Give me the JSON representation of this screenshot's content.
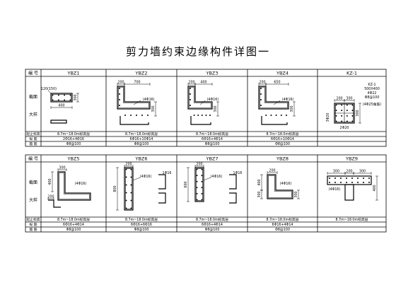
{
  "title": "剪力墙约束边缘构件详图一",
  "row_labels": {
    "id": "编 号",
    "section": "截面",
    "detail": "大样",
    "elev": "起止标高",
    "long_bar": "纵 筋",
    "stirrup": "箍 筋"
  },
  "top_table": {
    "columns": [
      {
        "id": "YBZ1",
        "elev": "8.7m~18.0m标高层",
        "long_bar": "2Φ16+4Φ16",
        "stirrup": "Φ8@100",
        "dims": [
          "120(150)",
          "300",
          "400"
        ],
        "tag": ""
      },
      {
        "id": "YBZ2",
        "elev": "8.7m~18.0m标高层",
        "long_bar": "6Φ16+10Φ14",
        "stirrup": "Φ8@100",
        "dims": [
          "200",
          "700",
          "300"
        ],
        "tag": "(4Φ16)"
      },
      {
        "id": "YBZ3",
        "elev": "8.7m~18.0m标高层",
        "long_bar": "6Φ16+4Φ14",
        "stirrup": "Φ8@100",
        "dims": [
          "200",
          "400",
          "300"
        ],
        "tag": "(4Φ16)"
      },
      {
        "id": "YBZ4",
        "elev": "8.7m~18.0m标高层",
        "long_bar": "6Φ16+10Φ14",
        "stirrup": "Φ8@100",
        "dims": [
          "200",
          "650",
          "300"
        ],
        "tag": "(4Φ16)"
      },
      {
        "id": "KZ-1",
        "elev": "",
        "long_bar": "",
        "stirrup": "",
        "dims": [
          "200",
          "300",
          "300",
          "3Φ20",
          "2Φ20"
        ],
        "tag": "(4Φ25角筋)",
        "notes": [
          "KZ-1",
          "500X400",
          "4Φ22",
          "Φ8@100"
        ]
      }
    ]
  },
  "bottom_table": {
    "columns": [
      {
        "id": "YBZ5",
        "elev": "8.7m~18.0m标高层",
        "long_bar": "6Φ16+4Φ14",
        "stirrup": "Φ8@100",
        "dims": [
          "300",
          "200",
          "400"
        ],
        "tag": "(4Φ16)"
      },
      {
        "id": "YBZ6",
        "elev": "8.7m~18.0m标高层",
        "long_bar": "6Φ16+6Φ16",
        "stirrup": "Φ8@100",
        "dims": [
          "200",
          "800",
          "1Φ16"
        ],
        "tag": "(4Φ16)"
      },
      {
        "id": "YBZ7",
        "elev": "8.7m~18.0m标高层",
        "long_bar": "6Φ16+4Φ14",
        "stirrup": "Φ8@100",
        "dims": [
          "200",
          "600",
          "1Φ16"
        ],
        "tag": "(4Φ16)"
      },
      {
        "id": "YBZ8",
        "elev": "8.7m~18.0m标高层",
        "long_bar": "6Φ16+4Φ14",
        "stirrup": "Φ8@100",
        "dims": [
          "200",
          "400",
          "300",
          "300"
        ],
        "tag": "(4Φ16)"
      },
      {
        "id": "YBZ9",
        "elev": "8.7m~18.0m标高层",
        "long_bar": "",
        "stirrup": "",
        "dims": [
          "300",
          "200",
          "300",
          "400"
        ],
        "tag": "(4Φ16)"
      }
    ]
  }
}
